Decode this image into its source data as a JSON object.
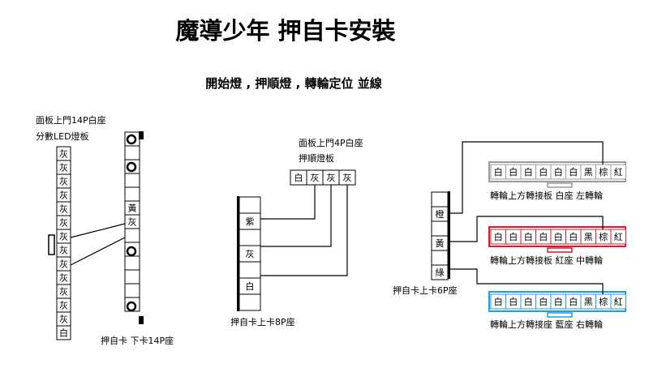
{
  "title": "魔導少年 押自卡安裝",
  "subtitle": "開始燈 , 押順燈 , 轉輪定位 並線",
  "left_header": {
    "header_line1": "面板上門14P白座",
    "header_line2": "分數LED燈板",
    "cells": [
      "灰",
      "灰",
      "灰",
      "灰",
      "灰",
      "灰",
      "灰",
      "灰",
      "灰",
      "灰",
      "灰",
      "灰",
      "灰",
      "白"
    ]
  },
  "lower_board": {
    "caption": "押自卡 下卡14P座",
    "cells": [
      "",
      "",
      "",
      "",
      "",
      "黃",
      "灰",
      "",
      "",
      "",
      "",
      "",
      ""
    ]
  },
  "middle_header": {
    "header_line1": "面板上門4P白座",
    "header_line2": "押順燈板",
    "cells": [
      "白",
      "灰",
      "灰",
      "灰"
    ]
  },
  "upper_8p": {
    "caption": "押自卡上卡8P座",
    "cells": [
      "",
      "紫",
      "",
      "灰",
      "",
      "白",
      ""
    ]
  },
  "upper_6p": {
    "caption": "押自卡上卡6P座",
    "cells": [
      "",
      "橙",
      "",
      "黃",
      "",
      "綠"
    ]
  },
  "reel_boards": [
    {
      "cells": [
        "白",
        "白",
        "白",
        "白",
        "白",
        "白",
        "黑",
        "棕",
        "紅"
      ],
      "caption": "轉輪上方轉接板 白座 左轉輪",
      "color": "#9a9a9a"
    },
    {
      "cells": [
        "白",
        "白",
        "白",
        "白",
        "白",
        "白",
        "黑",
        "棕",
        "紅"
      ],
      "caption": "轉輪上方轉接板 紅座 中轉輪",
      "color": "#d81a2a"
    },
    {
      "cells": [
        "白",
        "白",
        "白",
        "白",
        "白",
        "白",
        "黑",
        "棕",
        "紅"
      ],
      "caption": "轉輪上方轉接座 藍座 右轉輪",
      "color": "#1c9fe0"
    }
  ]
}
